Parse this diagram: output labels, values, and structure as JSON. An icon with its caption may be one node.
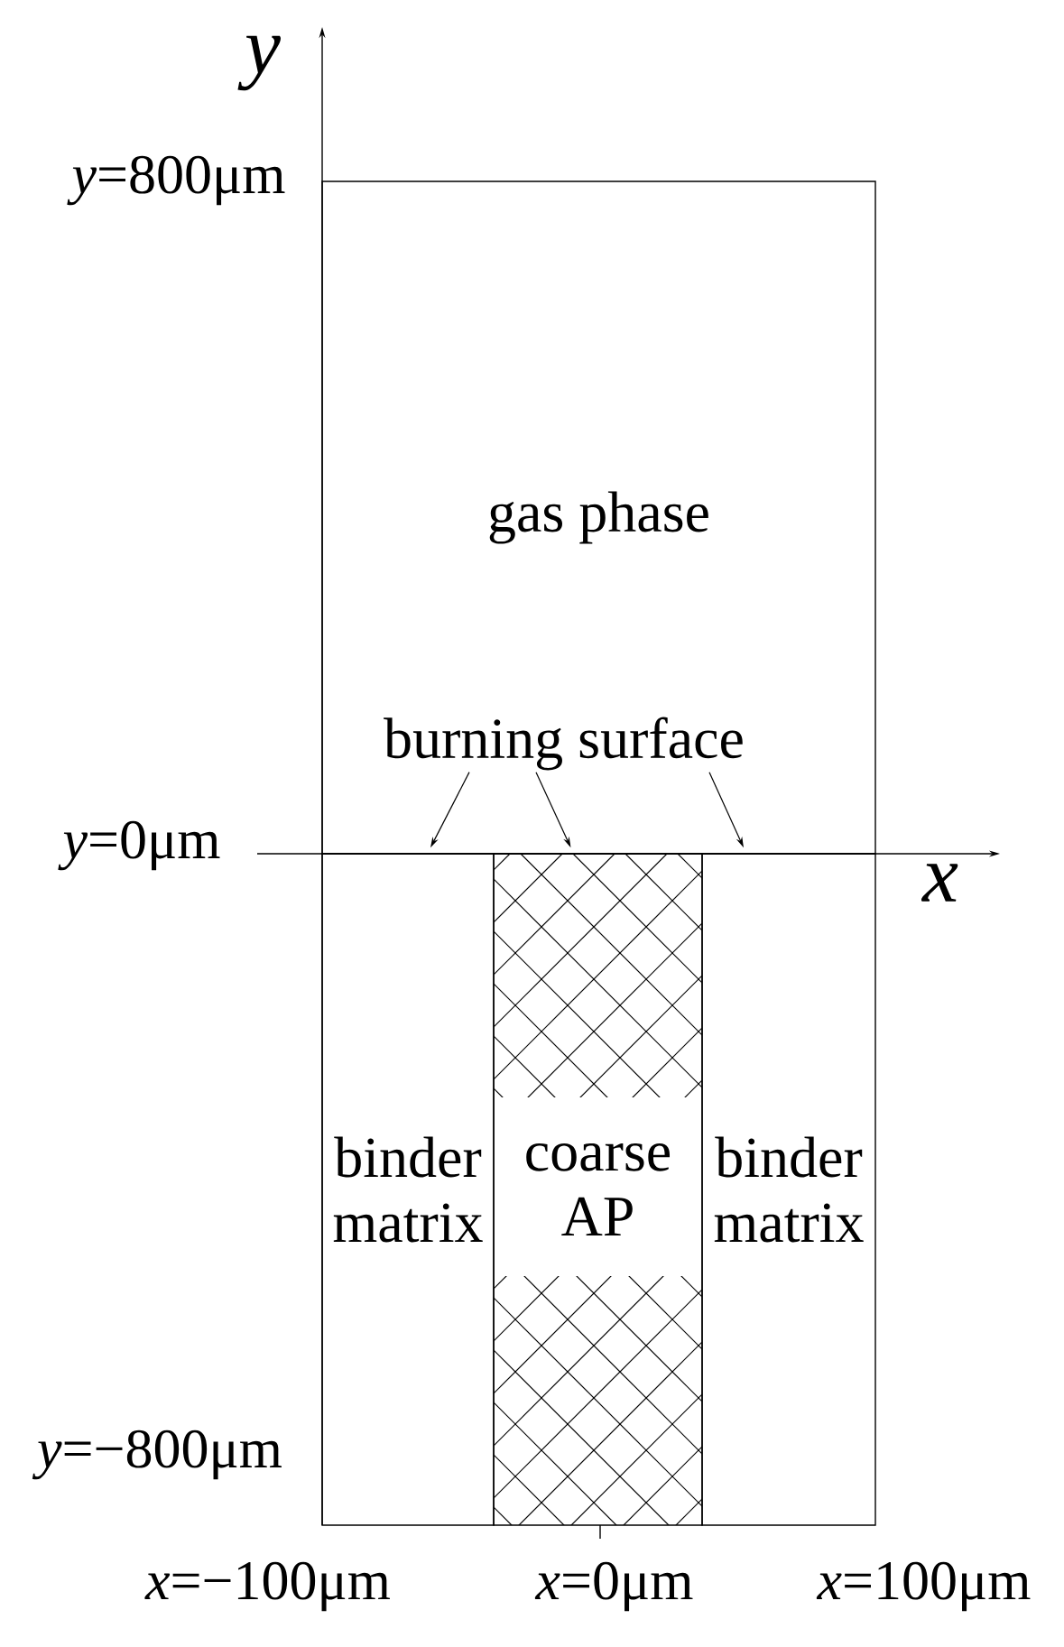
{
  "diagram": {
    "nodes": [
      {
        "text": [
          "gas phase"
        ]
      },
      {
        "text": [
          "binder matrix"
        ]
      },
      {
        "text": [
          "coarse AP"
        ]
      },
      {
        "text": [
          "binder matrix"
        ]
      },
      {
        "text": [
          "burning surface"
        ],
        "in": 0
      }
    ],
    "edges": [
      {
        "from": 4,
        "to": 1,
        "arrow": "to"
      },
      {
        "from": 4,
        "to": 2,
        "arrow": "to"
      },
      {
        "from": 4,
        "to": 3,
        "arrow": "to"
      }
    ],
    "labels": [
      "*y*",
      "*y*=800μm",
      "*y*=0μm",
      "*x*",
      "*y*=−800μm",
      "*x*=−100μm",
      "*x*=0μm",
      "*x*=100μm"
    ]
  }
}
